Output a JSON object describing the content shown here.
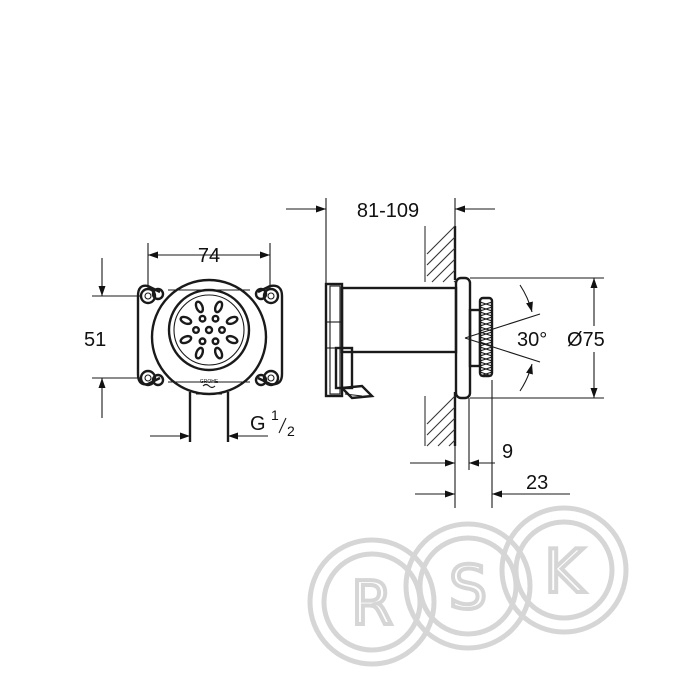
{
  "front_view": {
    "width_label": "74",
    "height_label": "51",
    "thread_label_main": "G",
    "thread_label_num": "1",
    "thread_label_den": "2",
    "brand_mark": "GROHE"
  },
  "side_view": {
    "depth_label": "81-109",
    "angle_label": "30°",
    "diameter_label": "Ø75",
    "rosette_label": "9",
    "projection_label": "23"
  },
  "watermark": {
    "letters": [
      "R",
      "S",
      "K"
    ]
  }
}
